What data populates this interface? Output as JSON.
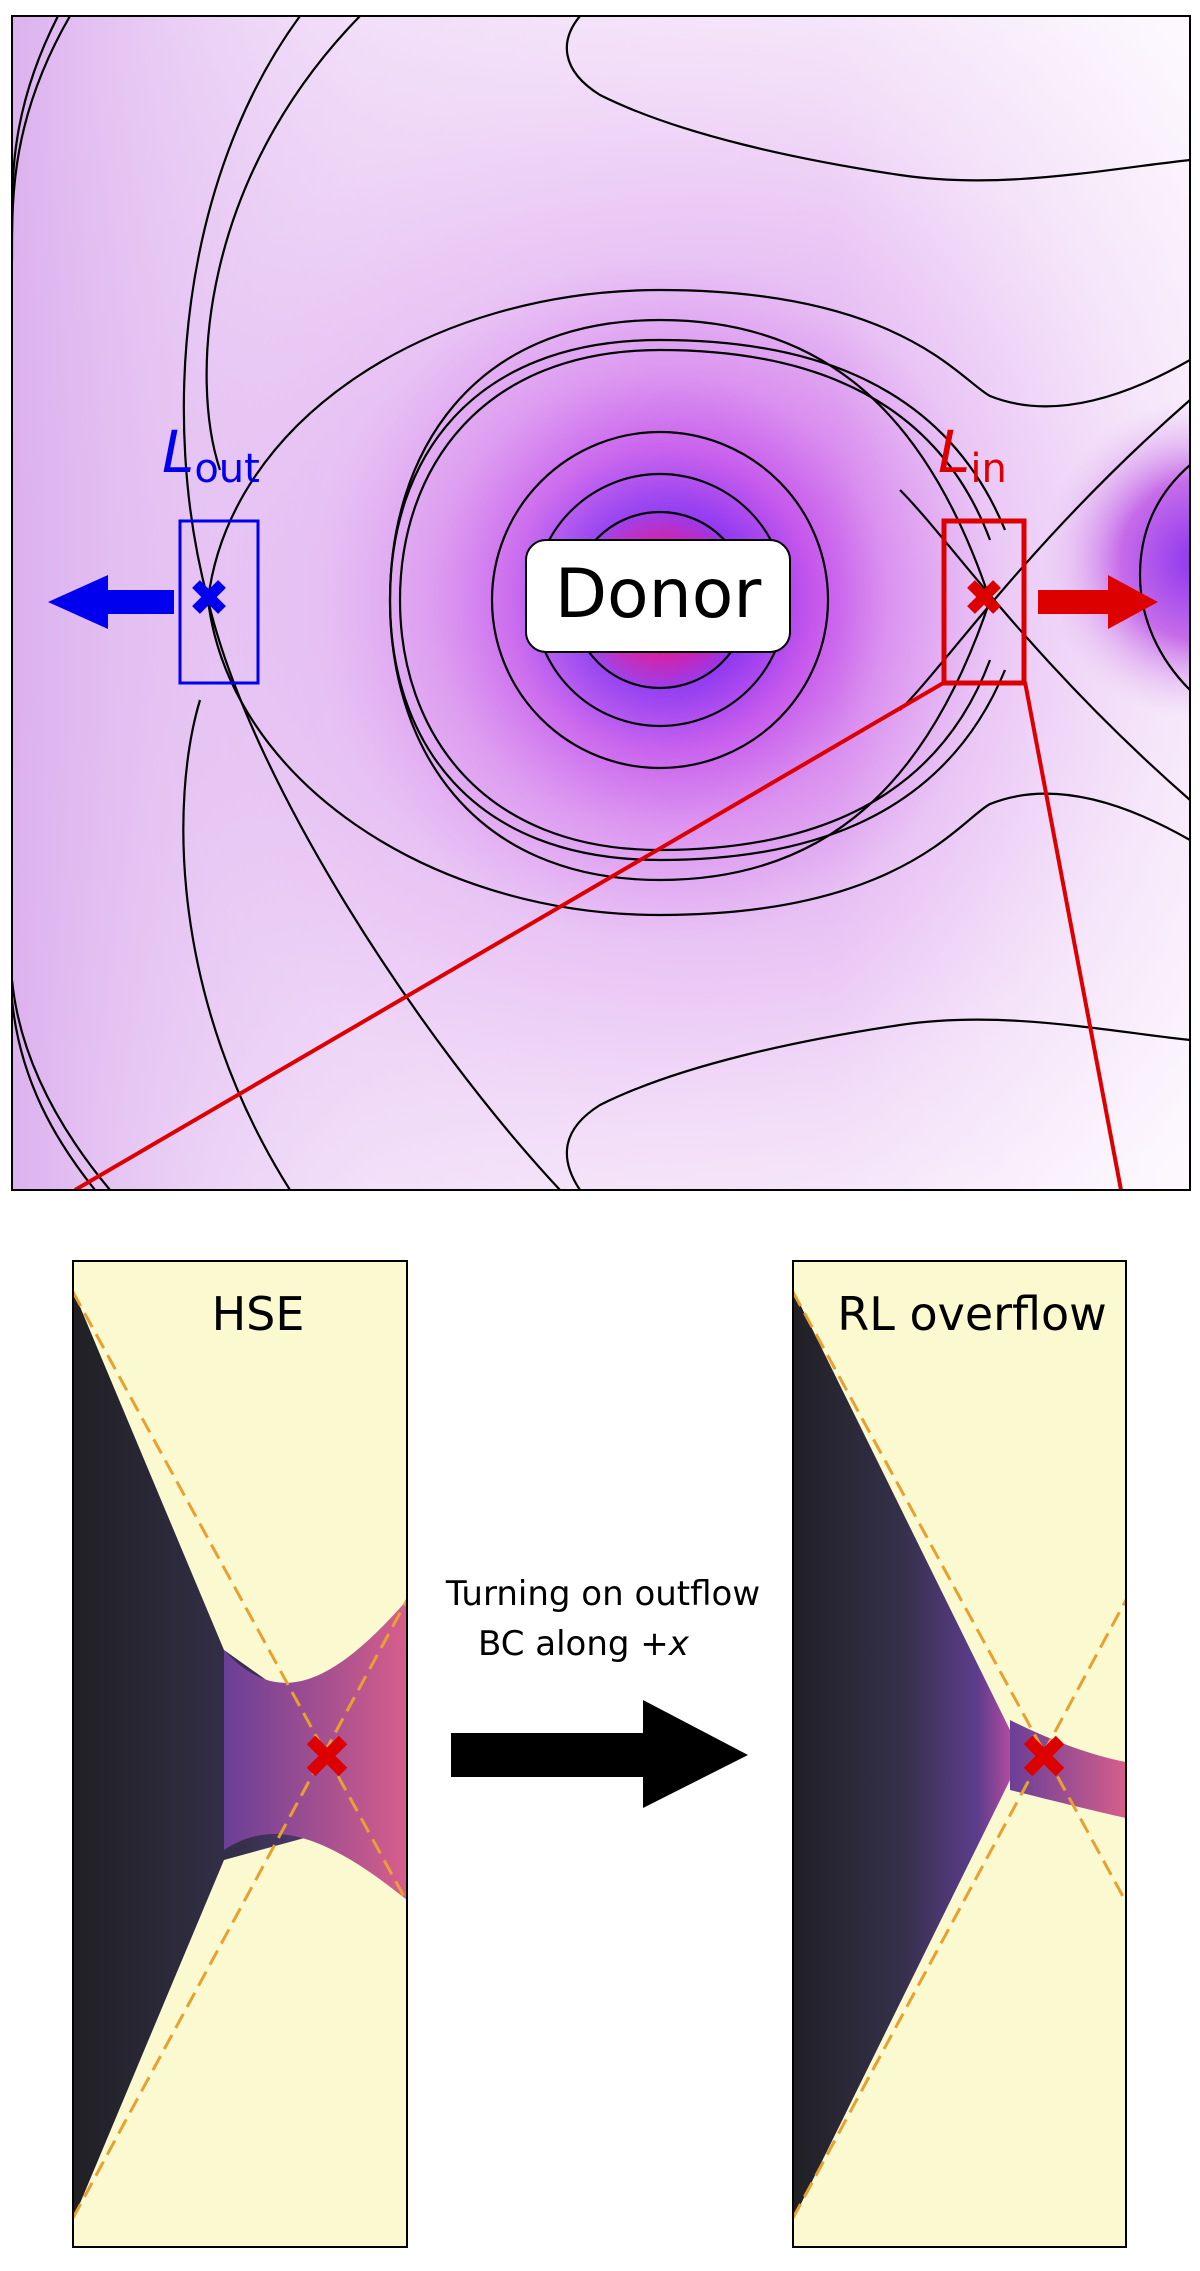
{
  "top_panel": {
    "donor_label": "Donor",
    "l_out": {
      "main": "L",
      "sub": "out"
    },
    "l_in": {
      "main": "L",
      "sub": "in"
    }
  },
  "bottom_left": {
    "title": "HSE"
  },
  "bottom_right": {
    "title": "RL overflow"
  },
  "transition": {
    "line1": "Turning on outflow",
    "line2_prefix": "BC along ",
    "line2_var": "+x"
  },
  "colors": {
    "l_out": "#0000ee",
    "l_in": "#dd0000",
    "separatrix": "#e8a030",
    "background_light": "#fbf9cf"
  }
}
